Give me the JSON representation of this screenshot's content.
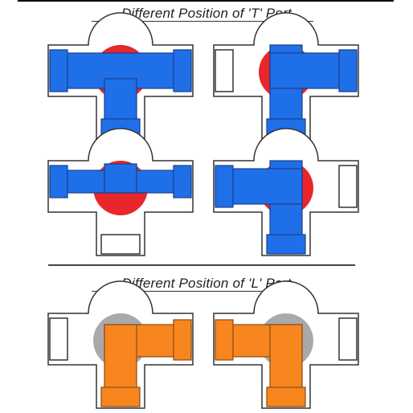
{
  "sections": {
    "t_port_title": "Different Position of  'T' Port",
    "l_port_title": "Different Position of  'L' Port"
  },
  "colors": {
    "t_flow": "#1f6fe8",
    "ball_t": "#e8262b",
    "l_flow": "#f7861f",
    "ball_l": "#a9a9a9",
    "outline": "#333333",
    "body": "#ffffff"
  },
  "valves": [
    {
      "id": "t1",
      "port": "T",
      "flow": [
        "left",
        "right",
        "bottom"
      ]
    },
    {
      "id": "t2",
      "port": "T",
      "flow": [
        "top",
        "right",
        "bottom"
      ]
    },
    {
      "id": "t3",
      "port": "T",
      "flow": [
        "left",
        "right",
        "top"
      ]
    },
    {
      "id": "t4",
      "port": "T",
      "flow": [
        "left",
        "top",
        "bottom"
      ]
    },
    {
      "id": "l1",
      "port": "L",
      "flow": [
        "right",
        "bottom"
      ]
    },
    {
      "id": "l2",
      "port": "L",
      "flow": [
        "left",
        "bottom"
      ]
    }
  ]
}
